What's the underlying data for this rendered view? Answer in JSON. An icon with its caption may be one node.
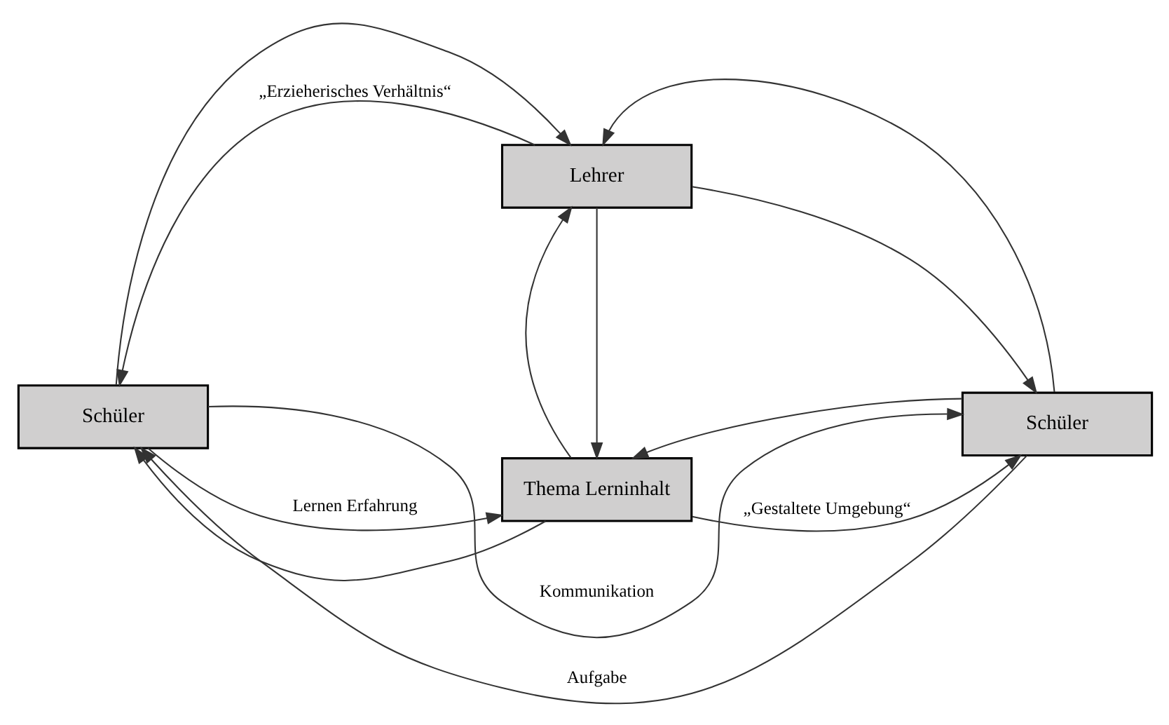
{
  "diagram": {
    "nodes": [
      {
        "text": [
          "Lehrer"
        ]
      },
      {
        "text": [
          "Schüler"
        ]
      },
      {
        "text": [
          "Schüler"
        ]
      },
      {
        "text": [
          "Thema Lerninhalt"
        ]
      }
    ],
    "edges": [
      {
        "from": 0,
        "to": 1,
        "arrow": "to",
        "label": "„Erzieherisches Verhältnis“"
      },
      {
        "from": 1,
        "to": 0,
        "arrow": "to"
      },
      {
        "from": 0,
        "to": 2,
        "arrow": "to"
      },
      {
        "from": 2,
        "to": 0,
        "arrow": "to"
      },
      {
        "from": 0,
        "to": 3,
        "arrow": "to"
      },
      {
        "from": 3,
        "to": 0,
        "arrow": "to"
      },
      {
        "from": 1,
        "to": 2,
        "arrow": "to",
        "label": "Kommunikation"
      },
      {
        "from": 2,
        "to": 1,
        "arrow": "to",
        "label": "Aufgabe"
      },
      {
        "from": 1,
        "to": 3,
        "arrow": "to",
        "label": "Lernen Erfahrung"
      },
      {
        "from": 3,
        "to": 1,
        "arrow": "to"
      },
      {
        "from": 2,
        "to": 3,
        "arrow": "to"
      },
      {
        "from": 3,
        "to": 2,
        "arrow": "to",
        "label": "„Gestaltete Umgebung“"
      }
    ]
  }
}
